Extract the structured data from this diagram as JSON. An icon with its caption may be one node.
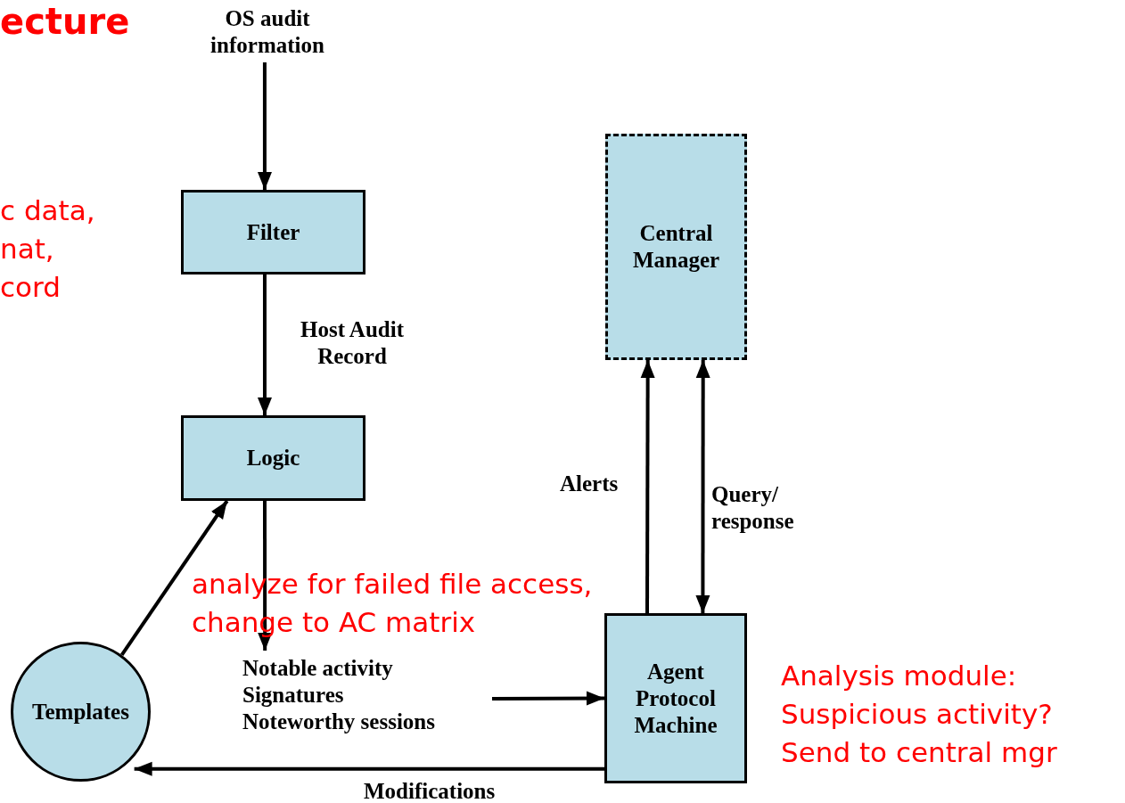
{
  "diagram": {
    "title": "ecture",
    "nodes": [
      {
        "text": [
          "OS audit information"
        ]
      },
      {
        "text": [
          "Filter"
        ]
      },
      {
        "text": [
          "Logic"
        ]
      },
      {
        "text": [
          "Central Manager"
        ]
      },
      {
        "text": [
          "Templates"
        ]
      },
      {
        "text": [
          "Notable activity",
          "Signatures",
          "Noteworthy sessions"
        ]
      },
      {
        "text": [
          "Agent Protocol Machine"
        ]
      }
    ],
    "edges": [
      {
        "from": 0,
        "to": 1,
        "arrow": "to"
      },
      {
        "from": 1,
        "to": 2,
        "arrow": "to",
        "label": "Host Audit Record"
      },
      {
        "from": 2,
        "to": 5,
        "arrow": "to"
      },
      {
        "from": 4,
        "to": 2,
        "arrow": "to"
      },
      {
        "from": 5,
        "to": 6,
        "arrow": "to"
      },
      {
        "from": 6,
        "to": 3,
        "arrow": "to",
        "label": "Alerts"
      },
      {
        "from": 6,
        "to": 3,
        "arrow": "both",
        "label": "Query/ response"
      },
      {
        "from": 6,
        "to": 4,
        "arrow": "to",
        "label": "Modifications"
      }
    ],
    "labels": [
      "c data, nat, cord",
      "analyze for failed file access, change to AC matrix",
      "Analysis module: Suspicious activity? Send to central mgr"
    ]
  }
}
